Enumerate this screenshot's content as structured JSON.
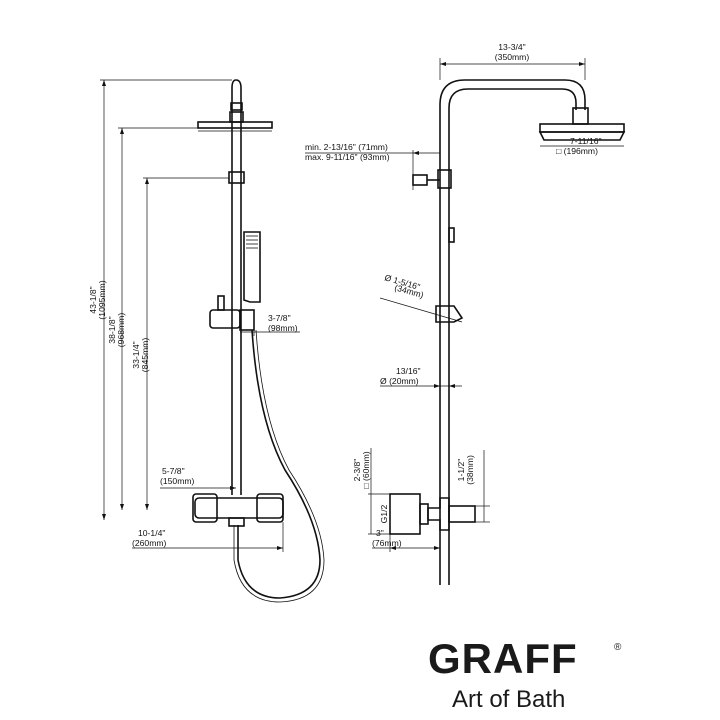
{
  "front_view": {
    "dimensions": {
      "total_height": {
        "imperial": "43-1/8\"",
        "metric": "(1095mm)"
      },
      "head_height": {
        "imperial": "38-1/8\"",
        "metric": "(968mm)"
      },
      "bracket_height": {
        "imperial": "33-1/4\"",
        "metric": "(845mm)"
      },
      "slider_width": {
        "imperial": "3-7/8\"",
        "metric": "(98mm)"
      },
      "valve_center": {
        "imperial": "5-7/8\"",
        "metric": "(150mm)"
      },
      "valve_reach": {
        "imperial": "10-1/4\"",
        "metric": "(260mm)"
      }
    }
  },
  "side_view": {
    "dimensions": {
      "arm_reach": {
        "imperial": "13-3/4\"",
        "metric": "(350mm)"
      },
      "head_size": {
        "imperial": "7-11/16\"",
        "metric": "□ (196mm)"
      },
      "wall_min": "min. 2-13/16\" (71mm)",
      "wall_max": "max. 9-11/16\" (93mm)",
      "pipe_diameter": {
        "imperial": "Ø 1-5/16\"",
        "metric": "(34mm)"
      },
      "lower_pipe": {
        "imperial": "13/16\"",
        "metric": "Ø (20mm)"
      },
      "valve_box": {
        "imperial": "2-3/8\"",
        "metric": "□ (60mm)"
      },
      "valve_offset": {
        "imperial": "1-1/2\"",
        "metric": "(38mm)"
      },
      "inlet": "G1/2",
      "valve_depth": {
        "imperial": "3\"",
        "metric": "(76mm)"
      }
    }
  },
  "brand": {
    "name": "GRAFF",
    "mark": "®",
    "tagline": "Art of Bath"
  }
}
